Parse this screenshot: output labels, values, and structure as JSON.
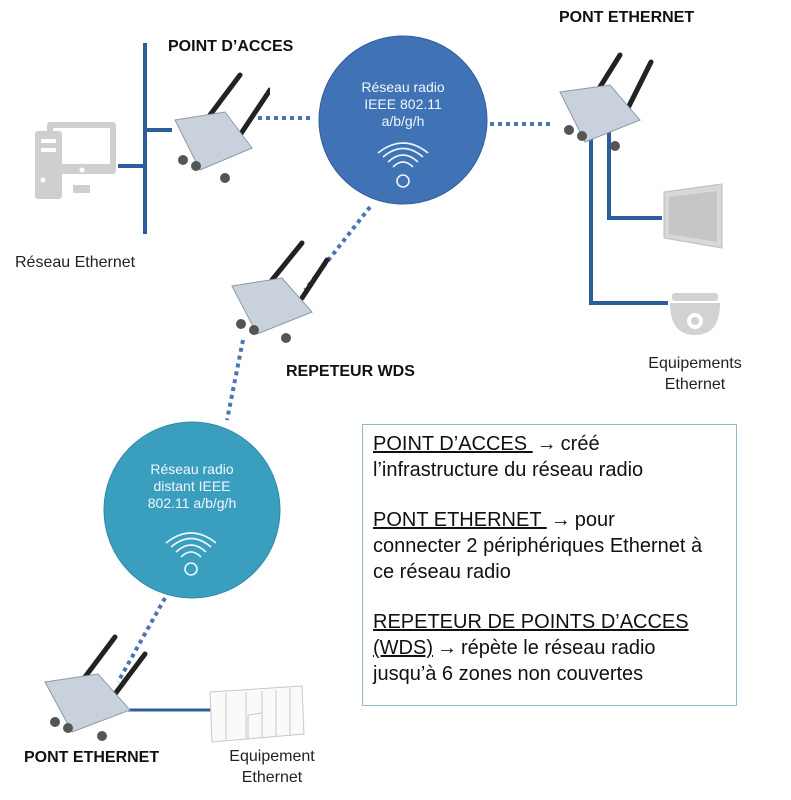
{
  "colors": {
    "cable": "#2b5d9b",
    "radio_link": "#4a74b4",
    "bubble_main": "#3f73b6",
    "bubble_remote": "#3a9fbe",
    "device_icon": "#cfcfcf",
    "legend_border": "#8fb8c9"
  },
  "titles": {
    "access_point": "POINT D’ACCES",
    "bridge_top": "PONT ETHERNET",
    "repeater": "REPETEUR WDS",
    "bridge_bottom": "PONT ETHERNET"
  },
  "labels": {
    "ethernet_network": "Réseau Ethernet",
    "devices_top_line1": "Equipements",
    "devices_top_line2": "Ethernet",
    "device_bottom_line1": "Equipement",
    "device_bottom_line2": "Ethernet"
  },
  "bubbles": {
    "main": {
      "line1": "Réseau radio",
      "line2": "IEEE 802.11",
      "line3": "a/b/g/h",
      "icon": "wifi-icon"
    },
    "remote": {
      "line1": "Réseau radio",
      "line2": "distant IEEE",
      "line3": "802.11 a/b/g/h",
      "icon": "wifi-icon"
    }
  },
  "icons": {
    "computer": "desktop-computer-icon",
    "hmi_panel": "touch-panel-icon",
    "camera": "dome-camera-icon",
    "plc": "plc-rack-icon",
    "radio_device": "wireless-router-icon"
  },
  "legend": {
    "items": [
      {
        "term": "POINT D’ACCES ",
        "arrow": "→",
        "text_a": "créé",
        "text_b": "l’infrastructure du réseau radio"
      },
      {
        "term": "PONT ETHERNET ",
        "arrow": "→",
        "text_a": "pour",
        "text_b": "connecter 2 périphériques Ethernet à ce réseau radio"
      },
      {
        "term": "REPETEUR DE POINTS D’ACCES (WDS)",
        "arrow": "→",
        "text_a": "répète le réseau radio",
        "text_b": "jusqu’à 6 zones non couvertes"
      }
    ]
  }
}
